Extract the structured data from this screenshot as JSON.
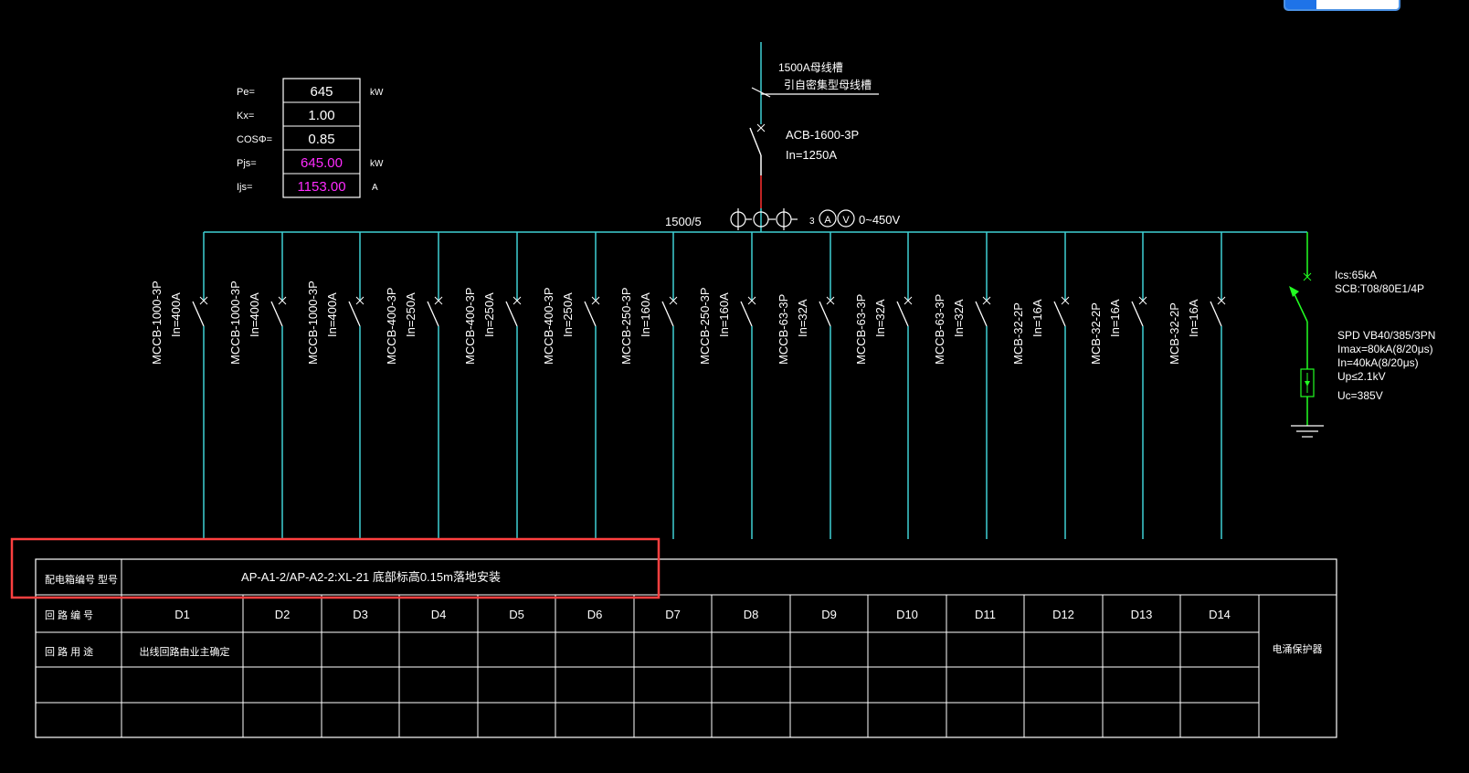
{
  "colors": {
    "bus": "#3fd0d4",
    "line": "#ffffff",
    "value": "#ff2bff",
    "feed_red": "#ff3030",
    "spd_green": "#22ff22",
    "highlight": "#ff4040",
    "background": "#000000"
  },
  "params": [
    {
      "label": "Pe=",
      "value": "645",
      "unit": "kW",
      "highlight": false
    },
    {
      "label": "Kx=",
      "value": "1.00",
      "unit": "",
      "highlight": false
    },
    {
      "label": "COSΦ=",
      "value": "0.85",
      "unit": "",
      "highlight": false
    },
    {
      "label": "Pjs=",
      "value": "645.00",
      "unit": "kW",
      "highlight": true
    },
    {
      "label": "Ijs=",
      "value": "1153.00",
      "unit": "A",
      "highlight": true
    }
  ],
  "incoming": {
    "busway_1": "1500A母线槽",
    "busway_2": "引自密集型母线槽",
    "breaker": "ACB-1600-3P",
    "rating": "In=1250A",
    "ct_ratio": "1500/5",
    "meter_count": "3",
    "ammeter": "A",
    "voltmeter": "V",
    "volt_range": "0~450V"
  },
  "feeders": [
    {
      "breaker": "MCCB-1000-3P",
      "rating": "In=400A"
    },
    {
      "breaker": "MCCB-1000-3P",
      "rating": "In=400A"
    },
    {
      "breaker": "MCCB-1000-3P",
      "rating": "In=400A"
    },
    {
      "breaker": "MCCB-400-3P",
      "rating": "In=250A"
    },
    {
      "breaker": "MCCB-400-3P",
      "rating": "In=250A"
    },
    {
      "breaker": "MCCB-400-3P",
      "rating": "In=250A"
    },
    {
      "breaker": "MCCB-250-3P",
      "rating": "In=160A"
    },
    {
      "breaker": "MCCB-250-3P",
      "rating": "In=160A"
    },
    {
      "breaker": "MCCB-63-3P",
      "rating": "In=32A"
    },
    {
      "breaker": "MCCB-63-3P",
      "rating": "In=32A"
    },
    {
      "breaker": "MCCB-63-3P",
      "rating": "In=32A"
    },
    {
      "breaker": "MCB-32-2P",
      "rating": "In=16A"
    },
    {
      "breaker": "MCB-32-2P",
      "rating": "In=16A"
    },
    {
      "breaker": "MCB-32-2P",
      "rating": "In=16A"
    }
  ],
  "spd": {
    "ics": "Ics:65kA",
    "scb": "SCB:T08/80E1/4P",
    "lines": [
      "SPD VB40/385/3PN",
      "Imax=80kA(8/20μs)",
      "In=40kA(8/20μs)",
      "Up≤2.1kV",
      "Uc=385V"
    ]
  },
  "table": {
    "panel_label": "配电箱编号 型号",
    "panel_value": "AP-A1-2/AP-A2-2:XL-21 底部标高0.15m落地安装",
    "circuit_no_label": "回 路 编 号",
    "circuit_use_label": "回 路 用 途",
    "circuit_ids": [
      "D1",
      "D2",
      "D3",
      "D4",
      "D5",
      "D6",
      "D7",
      "D8",
      "D9",
      "D10",
      "D11",
      "D12",
      "D13",
      "D14"
    ],
    "first_use": "出线回路由业主确定",
    "spd_cell": "电涌保护器"
  }
}
